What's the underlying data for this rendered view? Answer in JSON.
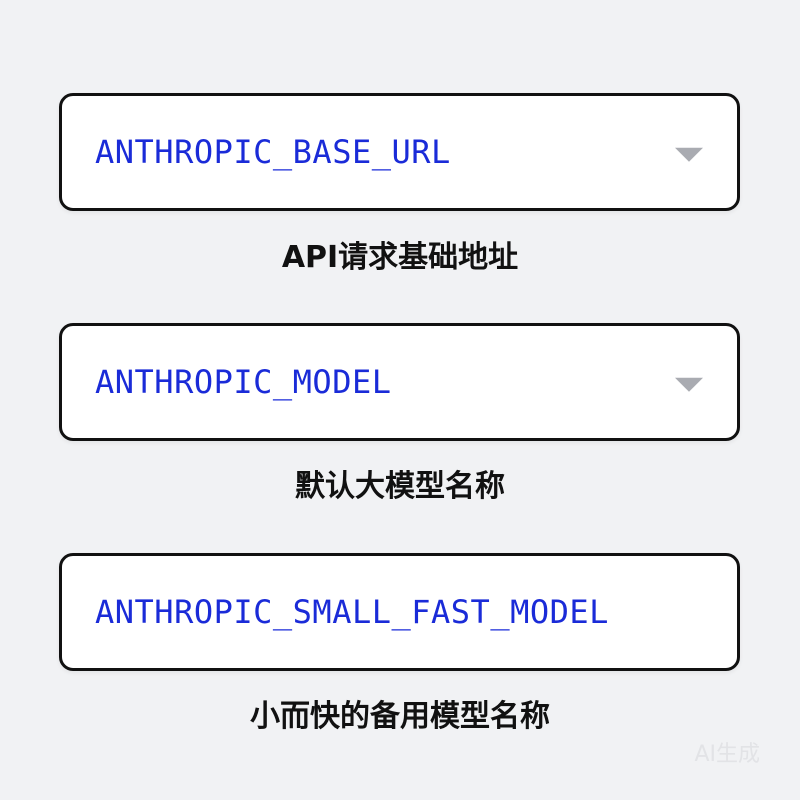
{
  "fields": [
    {
      "value": "ANTHROPIC_BASE_URL",
      "has_dropdown": true,
      "dropdown_icon": "chevron-down-icon",
      "caption": "API请求基础地址"
    },
    {
      "value": "ANTHROPIC_MODEL",
      "has_dropdown": true,
      "dropdown_icon": "chevron-down-icon",
      "caption": "默认大模型名称"
    },
    {
      "value": "ANTHROPIC_SMALL_FAST_MODEL",
      "has_dropdown": false,
      "caption": "小而快的备用模型名称"
    }
  ],
  "watermark": "AI生成",
  "colors": {
    "background": "#f1f2f4",
    "field_text": "#1a2bd8",
    "border": "#111111",
    "dropdown_arrow": "#a9abb1"
  }
}
